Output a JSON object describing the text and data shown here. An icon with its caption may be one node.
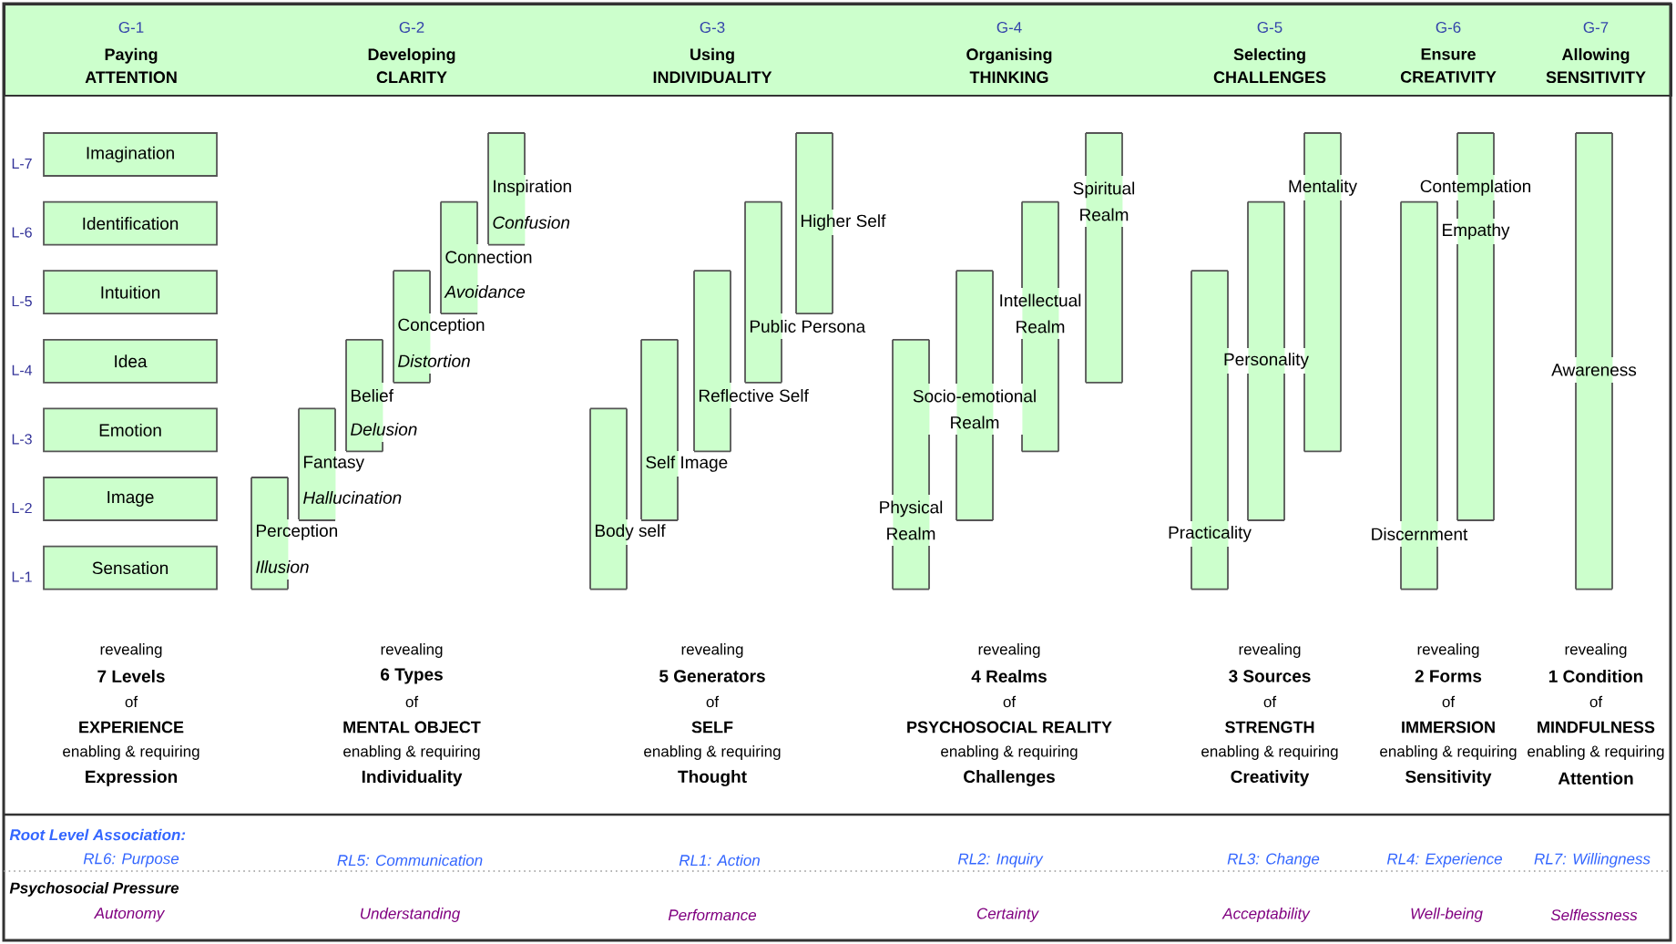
{
  "diagram": {
    "nodes": [
      {
        "text": [
          "G-1",
          "Paying ATTENTION",
          "G-2",
          "Developing CLARITY",
          "G-3",
          "Using INDIVIDUALITY",
          "G-4",
          "Organising THINKING",
          "G-5",
          "Selecting CHALLENGES",
          "G-6",
          "Ensure CREATIVITY",
          "G-7",
          "Allowing SENSITIVITY"
        ]
      },
      {
        "text": [
          "Imagination"
        ],
        "beside": [
          "L-7"
        ]
      },
      {
        "text": [
          "Identification"
        ],
        "beside": [
          "L-6"
        ]
      },
      {
        "text": [
          "Intuition"
        ],
        "beside": [
          "L-5"
        ]
      },
      {
        "text": [
          "Idea"
        ],
        "beside": [
          "L-4"
        ]
      },
      {
        "text": [
          "Emotion"
        ],
        "beside": [
          "L-3"
        ]
      },
      {
        "text": [
          "Image"
        ],
        "beside": [
          "L-2"
        ]
      },
      {
        "text": [
          "Sensation"
        ],
        "beside": [
          "L-1"
        ]
      },
      {
        "text": [
          "Perception",
          "Illusion"
        ]
      },
      {
        "text": [
          "Fantasy",
          "Hallucination"
        ]
      },
      {
        "text": [
          "Belief",
          "Delusion"
        ]
      },
      {
        "text": [
          "Conception",
          "Distortion"
        ]
      },
      {
        "text": [
          "Connection",
          "Avoidance"
        ]
      },
      {
        "text": [
          "Inspiration",
          "Confusion"
        ]
      },
      {
        "text": [
          "Body self"
        ]
      },
      {
        "text": [
          "Self Image"
        ]
      },
      {
        "text": [
          "Reflective Self"
        ]
      },
      {
        "text": [
          "Public Persona"
        ]
      },
      {
        "text": [
          "Higher Self"
        ]
      },
      {
        "text": [
          "Physical Realm"
        ]
      },
      {
        "text": [
          "Socio-emotional Realm"
        ]
      },
      {
        "text": [
          "Intellectual Realm"
        ]
      },
      {
        "text": [
          "Spiritual Realm"
        ]
      },
      {
        "text": [
          "Practicality"
        ]
      },
      {
        "text": [
          "Personality"
        ]
      },
      {
        "text": [
          "Mentality"
        ]
      },
      {
        "text": [
          "Discernment"
        ]
      },
      {
        "text": [
          "Contemplation",
          "Empathy"
        ]
      },
      {
        "text": [
          "Awareness"
        ]
      }
    ],
    "labels": [
      "revealing",
      "7 Levels",
      "of",
      "EXPERIENCE",
      "enabling & requiring",
      "Expression",
      "revealing",
      "6 Types",
      "of",
      "MENTAL OBJECT",
      "enabling & requiring",
      "Individuality",
      "revealing",
      "5 Generators",
      "of",
      "SELF",
      "enabling & requiring",
      "Thought",
      "revealing",
      "4 Realms",
      "of",
      "PSYCHOSOCIAL REALITY",
      "enabling & requiring",
      "Challenges",
      "revealing",
      "3 Sources",
      "of",
      "STRENGTH",
      "enabling & requiring",
      "Creativity",
      "revealing",
      "2 Forms",
      "of",
      "IMMERSION",
      "enabling & requiring",
      "Sensitivity",
      "revealing",
      "1 Condition",
      "of",
      "MINDFULNESS",
      "enabling & requiring",
      "Attention",
      "Root Level Association:",
      "RL6: Purpose",
      "RL5: Communication",
      "RL1: Action",
      "RL2: Inquiry",
      "RL3: Change",
      "RL4: Experience",
      "RL7: Willingness",
      "Psychosocial Pressure",
      "Autonomy",
      "Understanding",
      "Performance",
      "Certainty",
      "Acceptability",
      "Well-being",
      "Selflessness"
    ]
  }
}
